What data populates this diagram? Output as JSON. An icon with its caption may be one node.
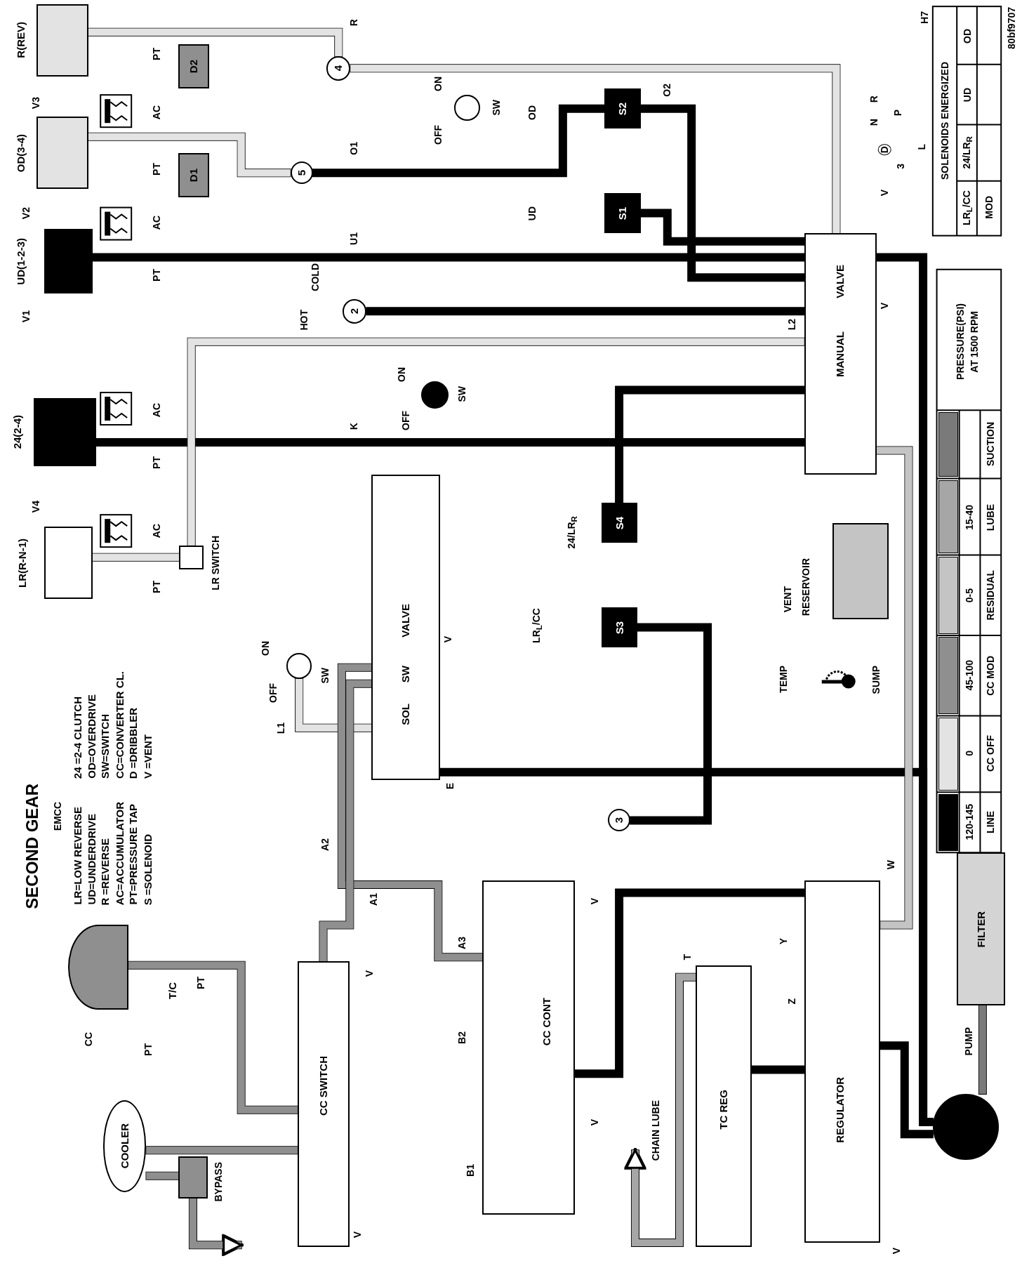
{
  "diagram": {
    "title": "SECOND GEAR",
    "nodes": [
      {
        "text": [
          "R(REV)"
        ]
      },
      {
        "text": [
          "D2"
        ]
      },
      {
        "text": [
          "OD(3-4)"
        ]
      },
      {
        "text": [
          "D1"
        ]
      },
      {
        "text": [
          "UD(1-2-3)"
        ]
      },
      {
        "text": [
          "24(2-4)"
        ]
      },
      {
        "text": [
          "LR(R-N-1)"
        ]
      },
      {
        "text": [
          "4"
        ]
      },
      {
        "text": [
          "5"
        ]
      },
      {
        "text": [
          "2"
        ]
      },
      {
        "text": [],
        "shape": "circle",
        "beside": [
          "OFF",
          "ON",
          "SW"
        ]
      },
      {
        "text": [
          "S2"
        ]
      },
      {
        "text": [
          "S1"
        ]
      },
      {
        "text": [],
        "shape": "circle",
        "beside": [
          "OFF",
          "ON",
          "SW"
        ]
      },
      {
        "text": [
          "MANUAL",
          "VALVE"
        ]
      },
      {
        "text": [
          "S4"
        ],
        "beside": [
          "24/LR$_{R}$"
        ]
      },
      {
        "text": [
          "SOL",
          "SW",
          "VALVE"
        ]
      },
      {
        "text": [
          "S3"
        ]
      },
      {
        "text": [],
        "shape": "circle",
        "beside": [
          "OFF",
          "ON",
          "SW"
        ]
      },
      {
        "text": [
          "3"
        ]
      },
      {
        "text": [
          "T/C"
        ]
      },
      {
        "text": [
          "CC SWITCH"
        ]
      },
      {
        "text": [
          "CC CONT"
        ]
      },
      {
        "text": [
          "TC REG"
        ]
      },
      {
        "text": [
          "REGULATOR"
        ]
      },
      {
        "text": [
          "COOLER"
        ]
      },
      {
        "text": [],
        "shape": "box",
        "beside": [
          "BYPASS"
        ]
      },
      {
        "text": [
          "FILTER"
        ]
      },
      {
        "text": [],
        "shape": "circle"
      },
      {
        "text": [],
        "shape": "box",
        "beside": [
          "VENT",
          "RESERVOIR"
        ]
      },
      {
        "text": [],
        "shape": "box",
        "beside": [
          "LR SWITCH"
        ]
      }
    ],
    "edges": [
      {
        "from": 28,
        "to": 14,
        "arrow": "none"
      },
      {
        "from": 28,
        "to": 24,
        "arrow": "none"
      },
      {
        "from": 14,
        "to": 4,
        "arrow": "none"
      },
      {
        "from": 14,
        "to": 5,
        "arrow": "none"
      },
      {
        "from": 14,
        "to": 15,
        "arrow": "none"
      },
      {
        "from": 14,
        "to": 9,
        "arrow": "none"
      },
      {
        "from": 12,
        "to": 14,
        "arrow": "none"
      },
      {
        "from": 11,
        "to": 14,
        "arrow": "none"
      },
      {
        "from": 8,
        "to": 11,
        "arrow": "none"
      },
      {
        "from": 2,
        "to": 8,
        "arrow": "none",
        "color": "#e3e3e3"
      },
      {
        "from": 0,
        "to": 7,
        "arrow": "none",
        "color": "#e3e3e3"
      },
      {
        "from": 7,
        "to": 14,
        "arrow": "none",
        "color": "#e3e3e3"
      },
      {
        "from": 6,
        "to": 30,
        "arrow": "none",
        "color": "#e3e3e3"
      },
      {
        "from": 30,
        "to": 14,
        "arrow": "none",
        "color": "#e3e3e3"
      },
      {
        "from": 18,
        "to": 16,
        "arrow": "none",
        "color": "#e3e3e3"
      },
      {
        "from": 16,
        "to": 22,
        "arrow": "none",
        "color": "#8f8f8f"
      },
      {
        "from": 16,
        "to": 21,
        "arrow": "none",
        "color": "#8f8f8f"
      },
      {
        "from": 20,
        "to": 21,
        "arrow": "none",
        "color": "#8f8f8f"
      },
      {
        "from": 21,
        "to": 25,
        "arrow": "none",
        "color": "#8f8f8f"
      },
      {
        "from": 26,
        "to": null,
        "arrow": "to",
        "color": "#8f8f8f"
      },
      {
        "from": 23,
        "to": null,
        "arrow": "to",
        "label": "CHAIN LUBE",
        "color": "#a6a6a6"
      },
      {
        "from": 22,
        "to": 24,
        "arrow": "none"
      },
      {
        "from": 23,
        "to": 24,
        "arrow": "none"
      },
      {
        "from": 28,
        "to": 16,
        "arrow": "none"
      },
      {
        "from": 17,
        "to": 19,
        "arrow": "none"
      },
      {
        "from": 27,
        "to": 28,
        "arrow": "none",
        "color": "#7a7a7a"
      },
      {
        "from": 24,
        "to": 14,
        "arrow": "none",
        "color": "#c4c4c4"
      },
      {
        "from": 25,
        "to": 26,
        "arrow": "none",
        "color": "#8f8f8f"
      }
    ],
    "labels": [
      "EMCC",
      "LR=LOW REVERSE",
      "24 =2-4 CLUTCH",
      "UD=UNDERDRIVE",
      "OD=OVERDRIVE",
      "R =REVERSE",
      "SW=SWITCH",
      "AC=ACCUMULATOR",
      "CC=CONVERTER CL.",
      "PT=PRESSURE TAP",
      "D =DRIBBLER",
      "S =SOLENOID",
      "V =VENT",
      "V2",
      "V3",
      "V1",
      "V4",
      "PT",
      "AC",
      "PT",
      "AC",
      "PT",
      "AC",
      "PT",
      "AC",
      "PT",
      "R",
      "O1",
      "U1",
      "COLD",
      "HOT",
      "K",
      "O2",
      "L1",
      "V",
      "E",
      "A2",
      "A1",
      "A3",
      "B2",
      "B1",
      "V",
      "V",
      "V",
      "V",
      "T",
      "PT",
      "CC",
      "PT",
      "L2",
      "V",
      "V",
      "TEMP",
      "SUMP",
      "Y",
      "Z",
      "W",
      "V",
      "R",
      "N",
      "P",
      "D",
      "3",
      "L",
      "H7",
      "80bf9707",
      "SOLENOIDS ENERGIZED",
      "LR$_{L}$/CC",
      "24/LR$_{R}$",
      "UD",
      "OD",
      "MOD",
      "PRESSURE(PSI)",
      "AT 1500 RPM",
      "120-145",
      "0",
      "45-100",
      "0-5",
      "15-40",
      "OD",
      "UD",
      "LR$_{L}$/CC",
      "PUMP"
    ],
    "legend": [
      {
        "text": "LINE",
        "color": "#000000"
      },
      {
        "text": "CC OFF",
        "color": "#e3e3e3"
      },
      {
        "text": "CC MOD",
        "color": "#8f8f8f"
      },
      {
        "text": "RESIDUAL",
        "color": "#c4c4c4"
      },
      {
        "text": "LUBE",
        "color": "#a6a6a6"
      },
      {
        "text": "SUCTION",
        "color": "#7a7a7a"
      }
    ]
  }
}
